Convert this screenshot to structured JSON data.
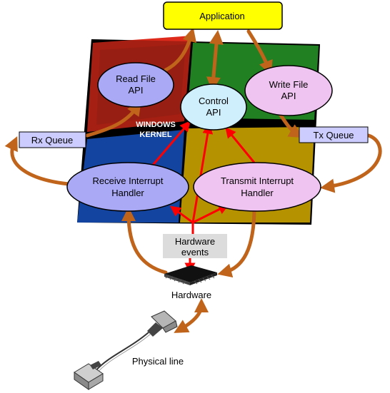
{
  "nodes": {
    "application": "Application",
    "read_file_api": [
      "Read File",
      "API"
    ],
    "write_file_api": [
      "Write File",
      "API"
    ],
    "control_api": [
      "Control",
      "API"
    ],
    "windows_kernel": [
      "WINDOWS",
      "KERNEL"
    ],
    "rx_queue": "Rx Queue",
    "tx_queue": "Tx Queue",
    "receive_interrupt_handler": [
      "Receive Interrupt",
      "Handler"
    ],
    "transmit_interrupt_handler": [
      "Transmit Interrupt",
      "Handler"
    ],
    "hardware_events": [
      "Hardware",
      "events"
    ],
    "hardware": "Hardware",
    "physical_line": "Physical line"
  },
  "colors": {
    "application_fill": "#ffff00",
    "read_receive_fill": "#a9a9f5",
    "write_transmit_fill": "#f0c4f0",
    "control_fill": "#cfeffc",
    "queue_fill": "#ccccff",
    "orange_arrow": "#c0641b",
    "red_arrow": "#ff0000",
    "events_box": "#dcdcdc"
  }
}
